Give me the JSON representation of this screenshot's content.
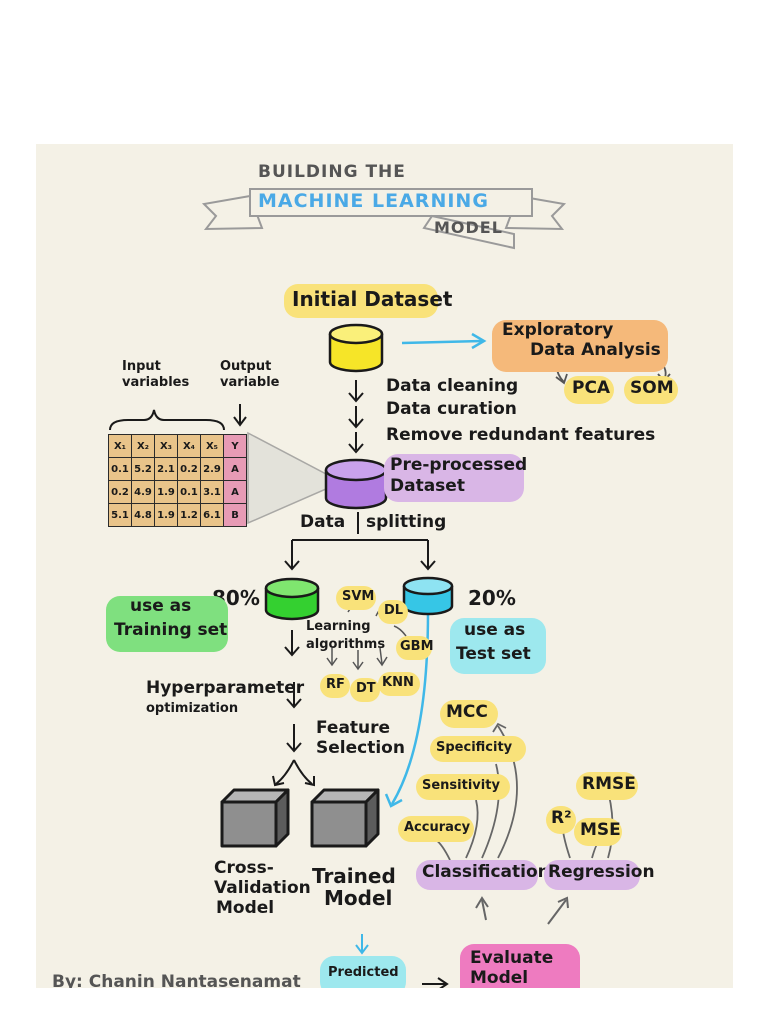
{
  "watermark": {
    "line1": "",
    "line2": ""
  },
  "title": {
    "line1": "BUILDING THE",
    "line2": "MACHINE LEARNING",
    "line3": "MODEL"
  },
  "initial_dataset": "Initial Dataset",
  "eda": {
    "line1": "Exploratory",
    "line2": "Data Analysis",
    "pca": "PCA",
    "som": "SOM"
  },
  "cleaning_steps": [
    "Data cleaning",
    "Data curation",
    "Remove redundant features"
  ],
  "input_vars": {
    "line1": "Input",
    "line2": "variables"
  },
  "output_var": {
    "line1": "Output",
    "line2": "variable"
  },
  "table": {
    "header": [
      "X₁",
      "X₂",
      "X₃",
      "X₄",
      "X₅",
      "Y"
    ],
    "rows": [
      [
        "0.1",
        "5.2",
        "2.1",
        "0.2",
        "2.9",
        "A"
      ],
      [
        "0.2",
        "4.9",
        "1.9",
        "0.1",
        "3.1",
        "A"
      ],
      [
        "5.1",
        "4.8",
        "1.9",
        "1.2",
        "6.1",
        "B"
      ]
    ]
  },
  "preprocessed": {
    "line1": "Pre-processed",
    "line2": "Dataset"
  },
  "splitting": {
    "left": "Data",
    "right": "splitting"
  },
  "training": {
    "pct": "80%",
    "line1": "use as",
    "line2": "Training set"
  },
  "test": {
    "pct": "20%",
    "line1": "use as",
    "line2": "Test set"
  },
  "learning": {
    "line1": "Learning",
    "line2": "algorithms",
    "algos": {
      "svm": "SVM",
      "dl": "DL",
      "gbm": "GBM",
      "rf": "RF",
      "dt": "DT",
      "knn": "KNN"
    }
  },
  "hyperparam": {
    "line1": "Hyperparameter",
    "line2": "optimization"
  },
  "feature": {
    "line1": "Feature",
    "line2": "Selection"
  },
  "cv_model": {
    "line1": "Cross-",
    "line2": "Validation",
    "line3": "Model"
  },
  "trained_model": {
    "line1": "Trained",
    "line2": "Model"
  },
  "predicted": "Predicted",
  "evaluate": {
    "line1": "Evaluate",
    "line2": "Model"
  },
  "metrics": {
    "classification": "Classification",
    "regression": "Regression",
    "accuracy": "Accuracy",
    "sensitivity": "Sensitivity",
    "specificity": "Specificity",
    "mcc": "MCC",
    "r2": "R²",
    "mse": "MSE",
    "rmse": "RMSE"
  },
  "author": "By: Chanin Nantasenamat",
  "colors": {
    "yellow_highlight": "#f9e27a",
    "orange_highlight": "#f5b97a",
    "purple_highlight": "#d9b6e6",
    "green_highlight": "#7fe07f",
    "cyan_highlight": "#9de8ee",
    "pink_highlight": "#ee7bc0",
    "title_blue": "#4aa9e6",
    "arrow_blue": "#3fb8e8"
  }
}
